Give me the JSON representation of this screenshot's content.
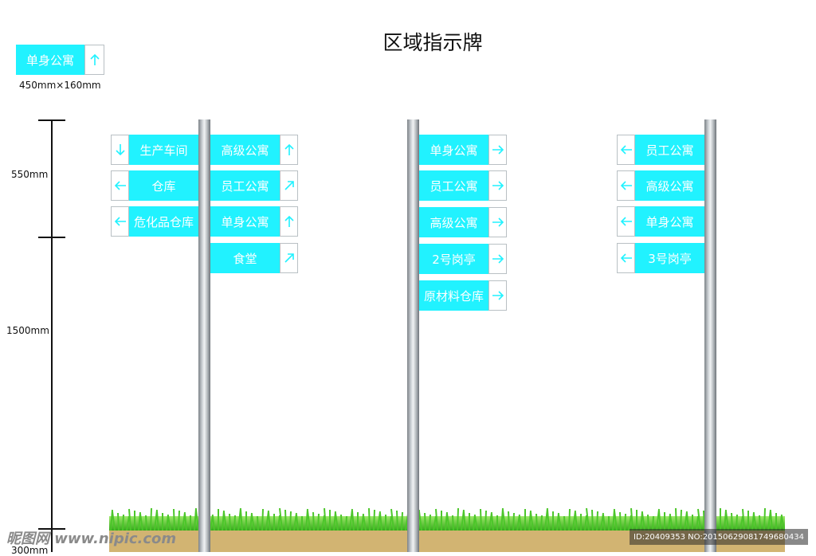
{
  "title": "区域指示牌",
  "legend": {
    "label": "单身公寓",
    "size": "450mm×160mm"
  },
  "dimensions": {
    "top_segment": "550mm",
    "middle_segment": "1500mm",
    "bottom_segment": "300mm"
  },
  "post_left": {
    "left_signs": [
      {
        "label": "生产车间",
        "arrow": "down"
      },
      {
        "label": "仓库",
        "arrow": "left"
      },
      {
        "label": "危化品仓库",
        "arrow": "left"
      }
    ],
    "right_signs": [
      {
        "label": "高级公寓",
        "arrow": "up"
      },
      {
        "label": "员工公寓",
        "arrow": "up-right"
      },
      {
        "label": "单身公寓",
        "arrow": "up"
      },
      {
        "label": "食堂",
        "arrow": "up-right"
      }
    ]
  },
  "post_middle": {
    "signs": [
      {
        "label": "单身公寓",
        "arrow": "right"
      },
      {
        "label": "员工公寓",
        "arrow": "right"
      },
      {
        "label": "高级公寓",
        "arrow": "right"
      },
      {
        "label": "2号岗亭",
        "arrow": "right"
      },
      {
        "label": "原材料仓库",
        "arrow": "right"
      }
    ]
  },
  "post_right": {
    "signs": [
      {
        "label": "员工公寓",
        "arrow": "left"
      },
      {
        "label": "高级公寓",
        "arrow": "left"
      },
      {
        "label": "单身公寓",
        "arrow": "left"
      },
      {
        "label": "3号岗亭",
        "arrow": "left"
      }
    ]
  },
  "watermark": {
    "site": "昵图网 www.nipic.com",
    "id_text": "ID:20409353 NO:20150629081749680434"
  },
  "colors": {
    "sign_fill": "#21f2ff",
    "sign_text": "#ffffff",
    "arrow": "#21f2ff",
    "soil": "#d2b472",
    "grass": "#4cc62a"
  }
}
